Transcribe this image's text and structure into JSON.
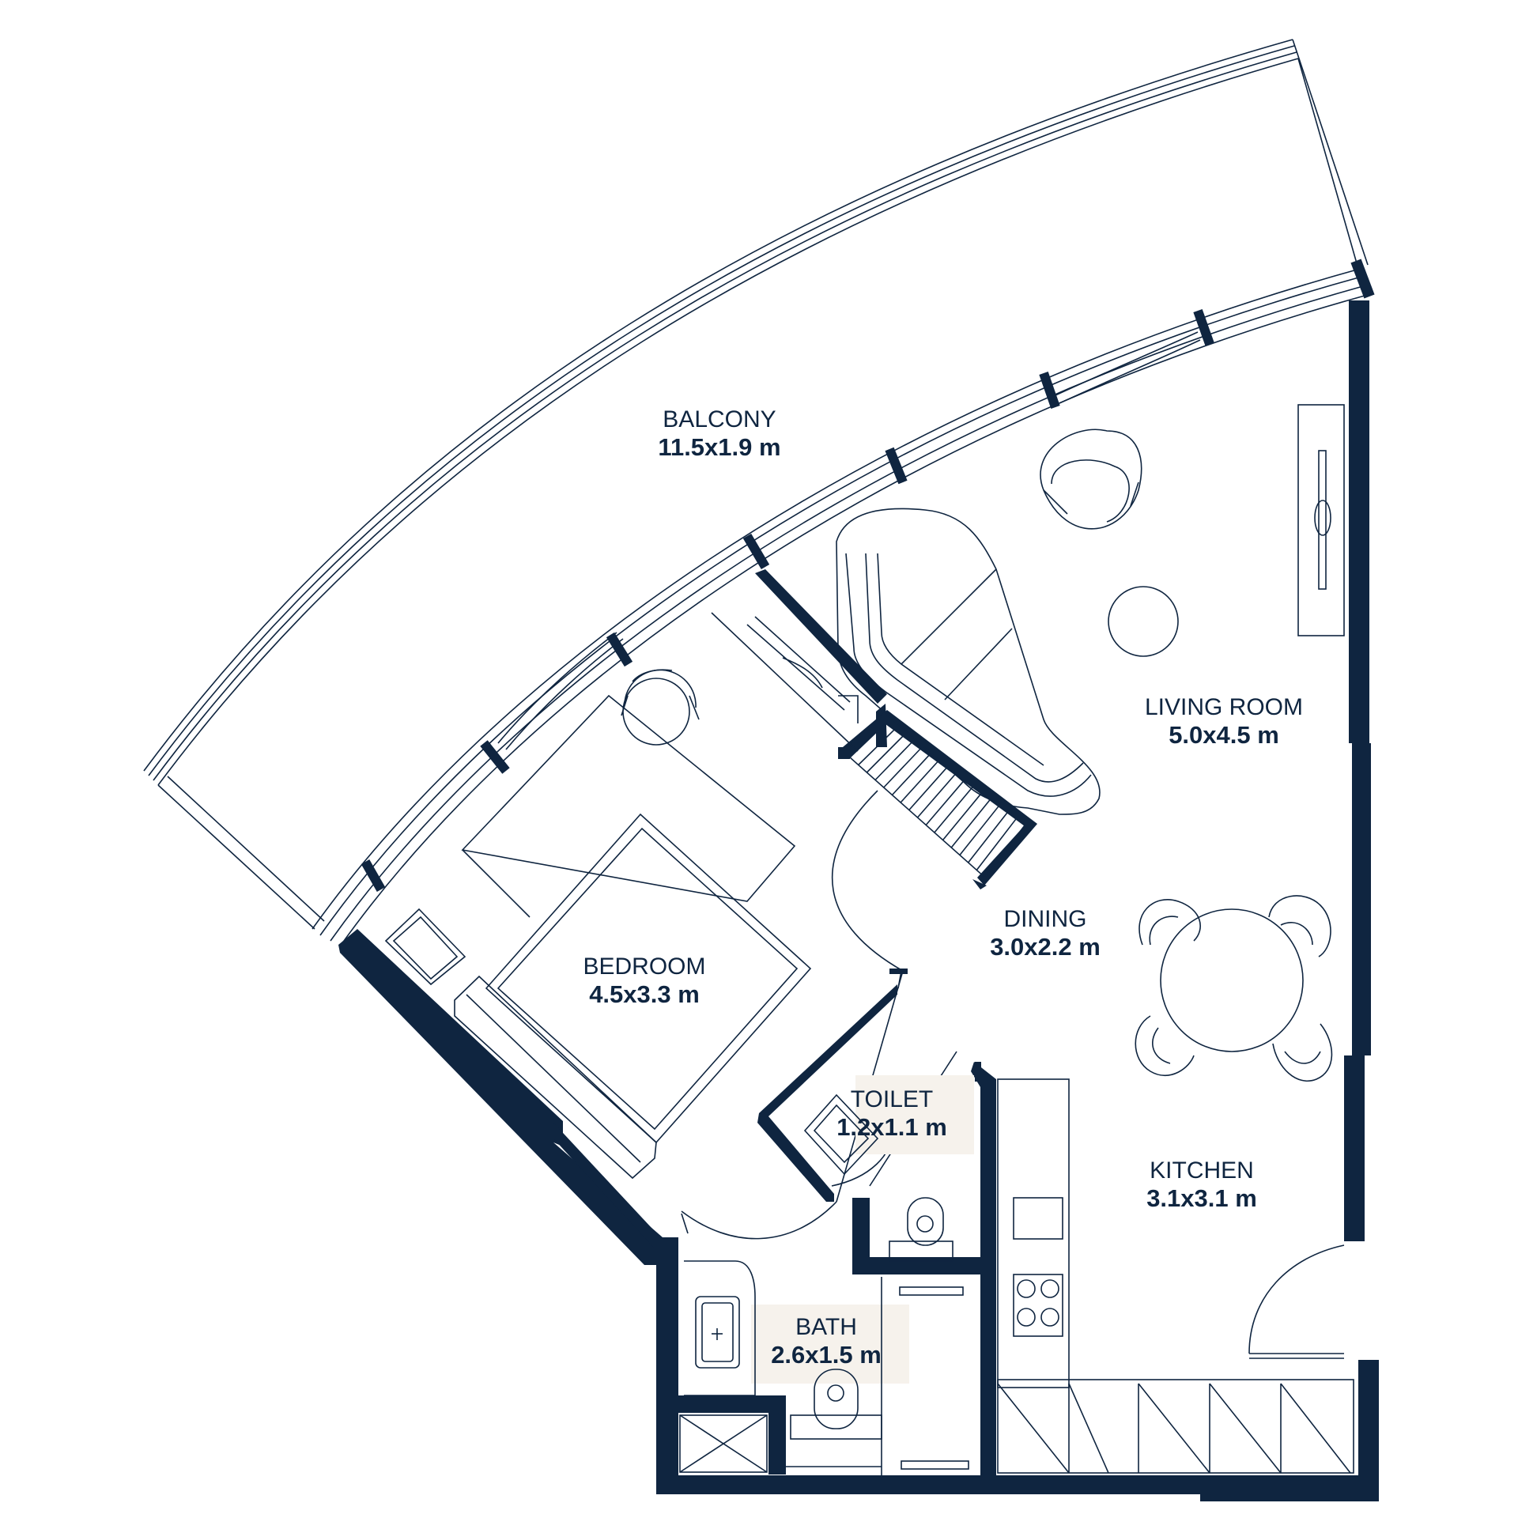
{
  "colors": {
    "wall": "#0f2540",
    "line": "#0f2540",
    "background": "#ffffff",
    "label_highlight": "#f6f2ec"
  },
  "rooms": {
    "balcony": {
      "name": "BALCONY",
      "size": "11.5x1.9 m"
    },
    "living_room": {
      "name": "LIVING ROOM",
      "size": "5.0x4.5 m"
    },
    "dining": {
      "name": "DINING",
      "size": "3.0x2.2 m"
    },
    "bedroom": {
      "name": "BEDROOM",
      "size": "4.5x3.3 m"
    },
    "toilet": {
      "name": "TOILET",
      "size": "1.2x1.1 m"
    },
    "kitchen": {
      "name": "KITCHEN",
      "size": "3.1x3.1 m"
    },
    "bath": {
      "name": "BATH",
      "size": "2.6x1.5 m"
    }
  }
}
